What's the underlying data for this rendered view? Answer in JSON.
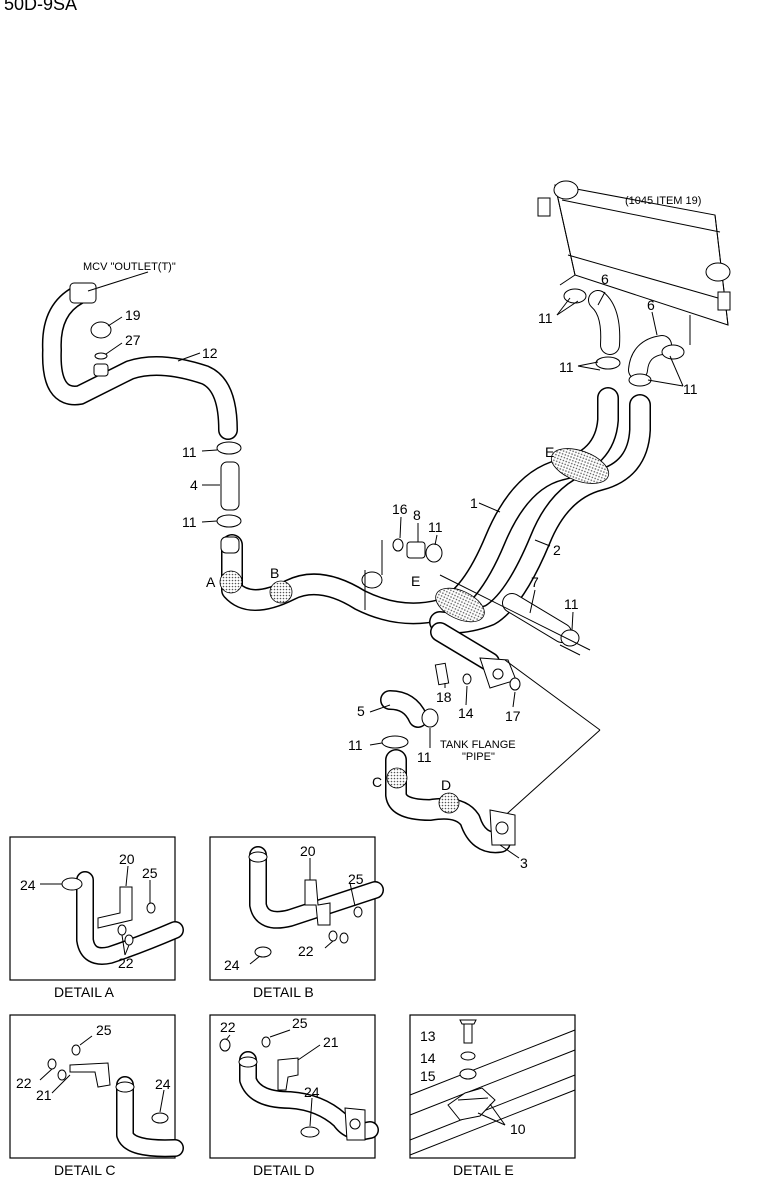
{
  "header": {
    "model": "50D-9SA"
  },
  "notes": {
    "radiator_ref": "(1045 ITEM 19)",
    "mcv_outlet": "MCV \"OUTLET(T)\"",
    "tank_flange_line1": "TANK FLANGE",
    "tank_flange_line2": "\"PIPE\""
  },
  "callouts": {
    "n1": "1",
    "n2": "2",
    "n3": "3",
    "n4": "4",
    "n5": "5",
    "n6a": "6",
    "n6b": "6",
    "n7": "7",
    "n8": "8",
    "n11a": "11",
    "n11b": "11",
    "n11c": "11",
    "n11d": "11",
    "n11e": "11",
    "n11f": "11",
    "n11g": "11",
    "n11h": "11",
    "n11i": "11",
    "n12": "12",
    "n14": "14",
    "n16": "16",
    "n17": "17",
    "n18": "18",
    "n19": "19",
    "n27": "27",
    "A": "A",
    "B": "B",
    "C": "C",
    "D": "D",
    "E1": "E",
    "E2": "E"
  },
  "details": {
    "a": {
      "title": "DETAIL A",
      "n20": "20",
      "n24": "24",
      "n25": "25",
      "n22": "22"
    },
    "b": {
      "title": "DETAIL B",
      "n20": "20",
      "n25": "25",
      "n22": "22",
      "n24": "24"
    },
    "c": {
      "title": "DETAIL C",
      "n25": "25",
      "n22": "22",
      "n21": "21",
      "n24": "24"
    },
    "d": {
      "title": "DETAIL D",
      "n22": "22",
      "n25": "25",
      "n21": "21",
      "n24": "24"
    },
    "e": {
      "title": "DETAIL E",
      "n13": "13",
      "n14": "14",
      "n15": "15",
      "n10": "10"
    }
  },
  "colors": {
    "ink": "#000000",
    "paper": "#ffffff",
    "hatch": "#888888"
  }
}
